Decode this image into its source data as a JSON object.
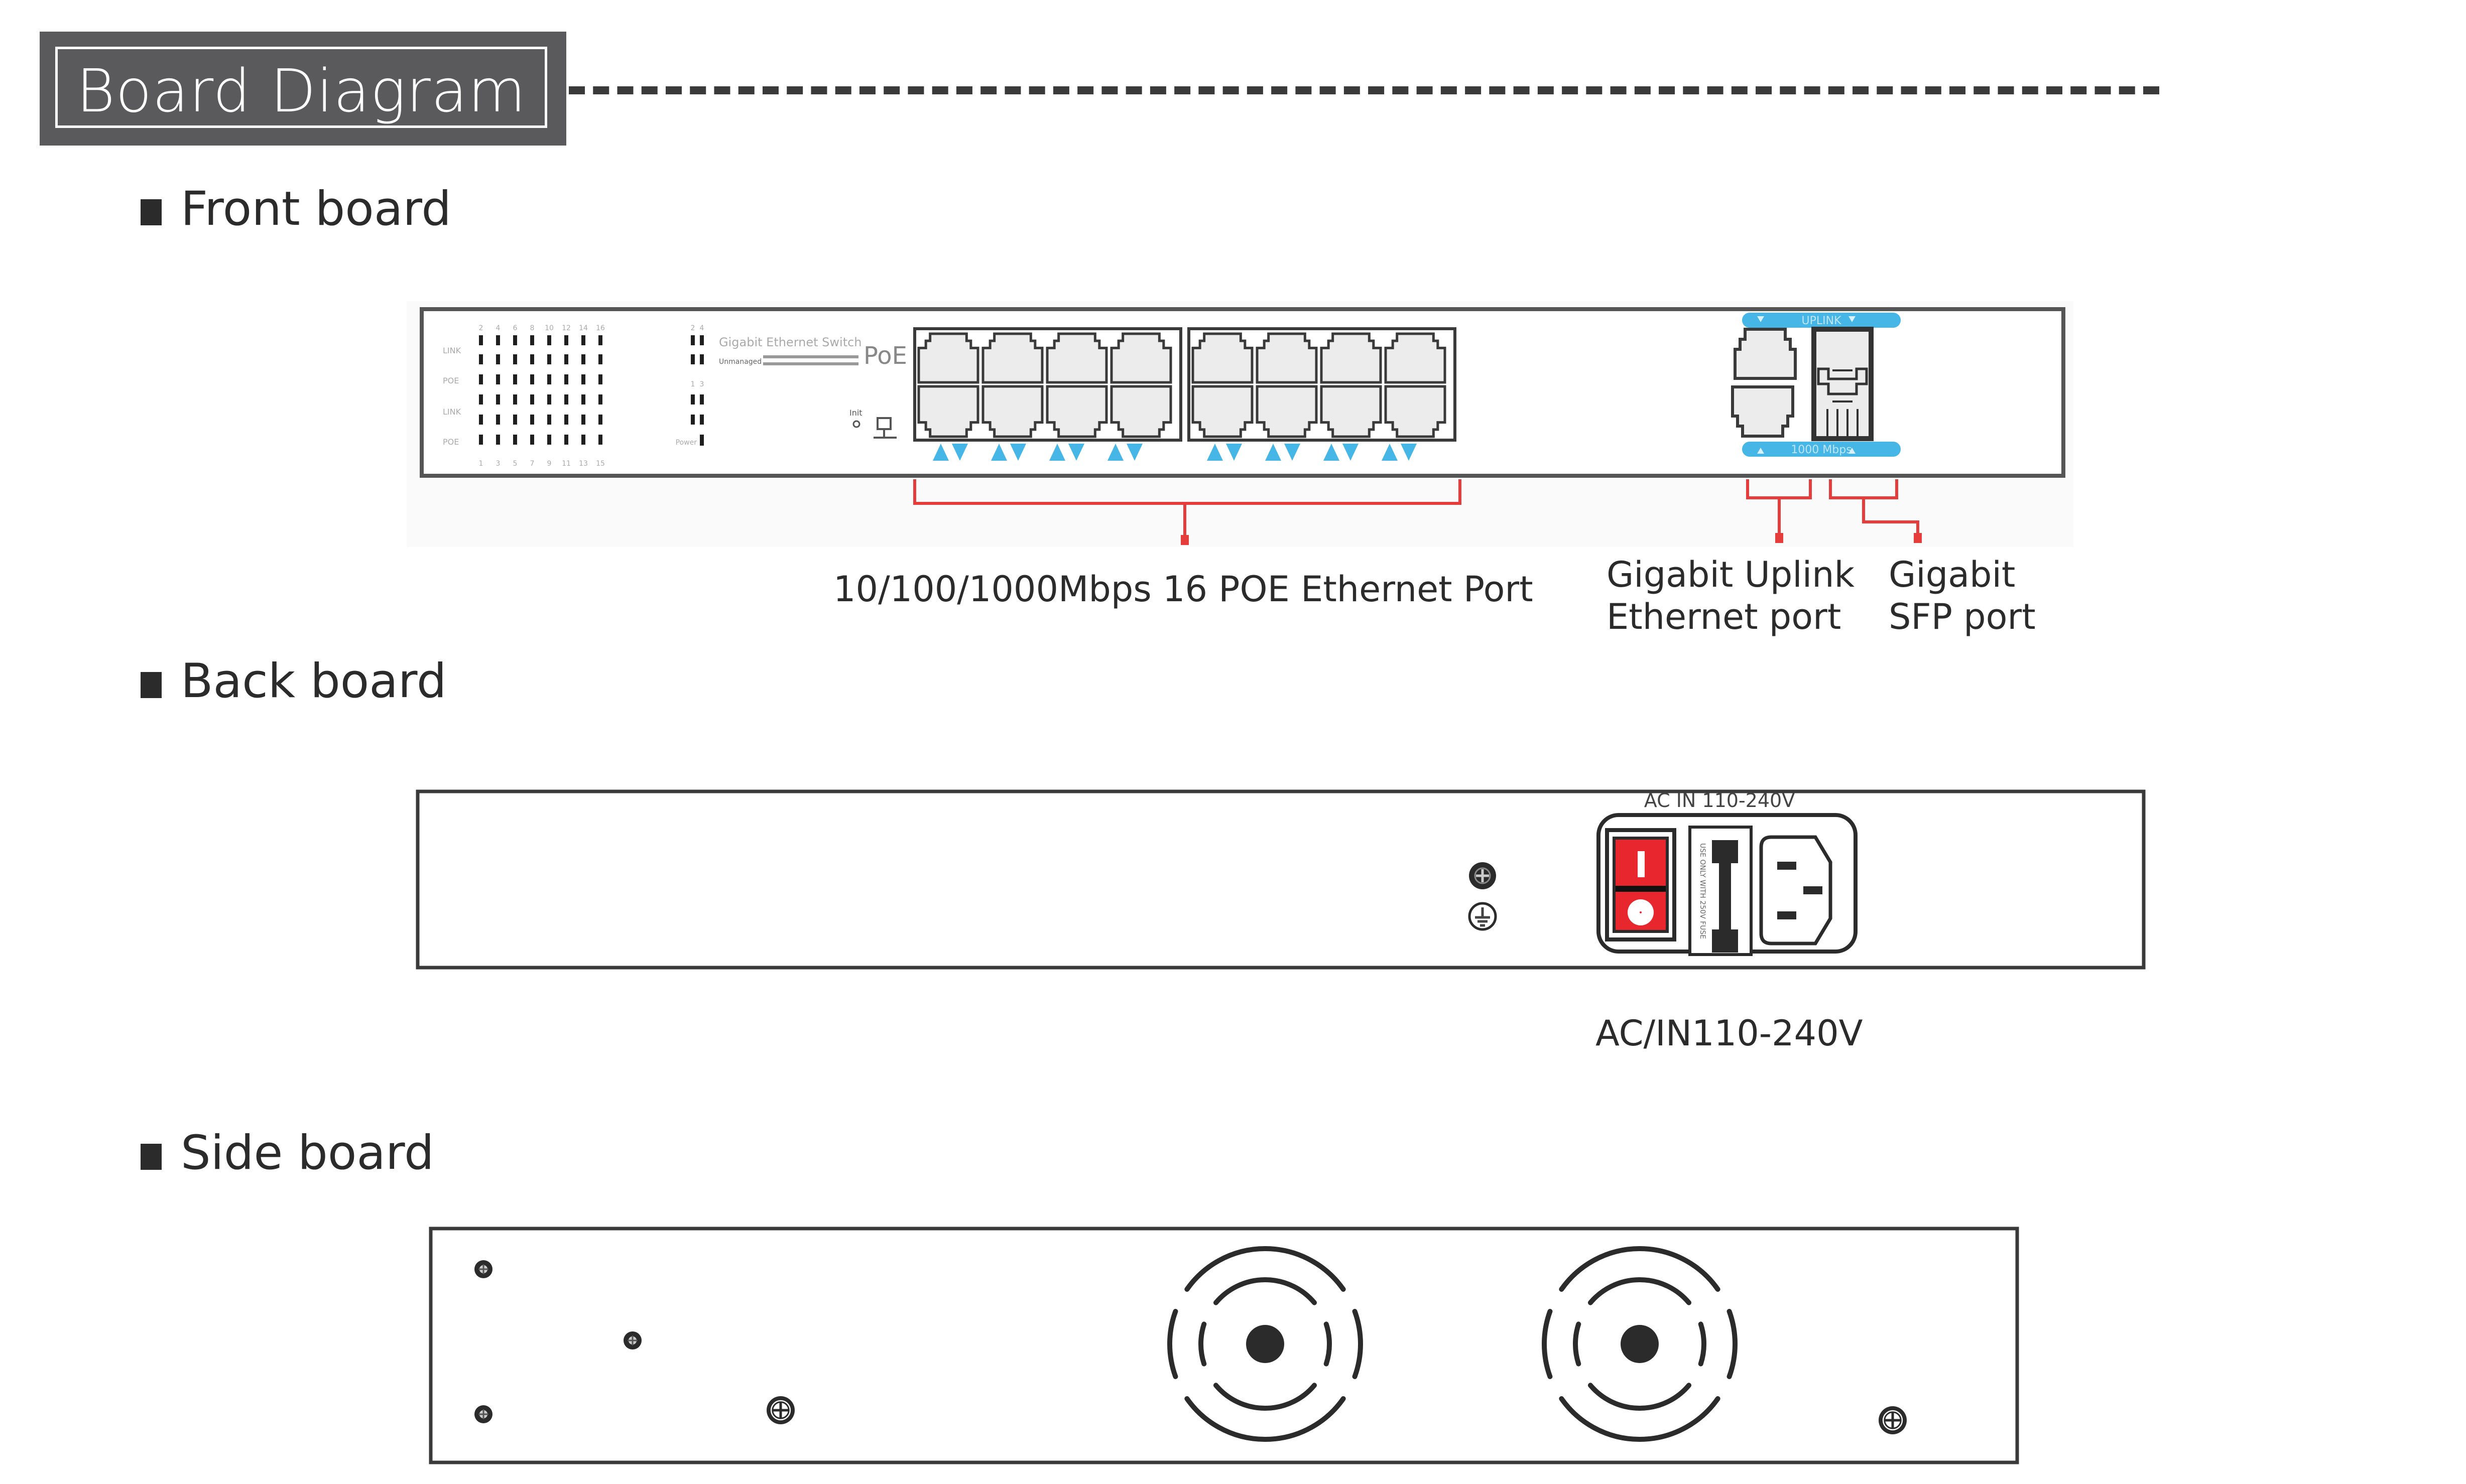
{
  "header": {
    "title": "Board Diagram"
  },
  "sections": {
    "front": {
      "title": "Front board"
    },
    "back": {
      "title": "Back board"
    },
    "side": {
      "title": "Side board"
    }
  },
  "front_panel": {
    "led_top_numbers": [
      "2",
      "4",
      "6",
      "8",
      "10",
      "12",
      "14",
      "16"
    ],
    "led_bottom_numbers": [
      "1",
      "3",
      "5",
      "7",
      "9",
      "11",
      "13",
      "15"
    ],
    "led_row_labels": [
      "LINK",
      "POE",
      "LINK",
      "POE"
    ],
    "uplink_led_top_numbers": [
      "2",
      "4"
    ],
    "uplink_led_mid_numbers": [
      "1",
      "3"
    ],
    "power_label": "Power",
    "product_name": "Gigabit Ethernet Switch",
    "product_tag": "Unmanaged",
    "poe_logo": "PoE",
    "reset_label": "Init",
    "uplink_badge": "UPLINK",
    "speed_badge": "1000 Mbps",
    "colors": {
      "accent": "#45b6e6",
      "callout": "#e53c3c",
      "port_fill": "#ececec",
      "outline": "#3a3a3a"
    }
  },
  "callouts": {
    "poe_ports": "10/100/1000Mbps 16 POE Ethernet Port",
    "uplink_line1": "Gigabit Uplink",
    "uplink_line2": "Ethernet port",
    "sfp_line1": "Gigabit",
    "sfp_line2": "SFP port"
  },
  "back_panel": {
    "ac_label": "AC IN 110-240V",
    "fuse_label": "USE ONLY WITH 250V FUSE",
    "switch_on": "I",
    "caption": "AC/IN110-240V",
    "colors": {
      "switch": "#e8262e"
    }
  }
}
